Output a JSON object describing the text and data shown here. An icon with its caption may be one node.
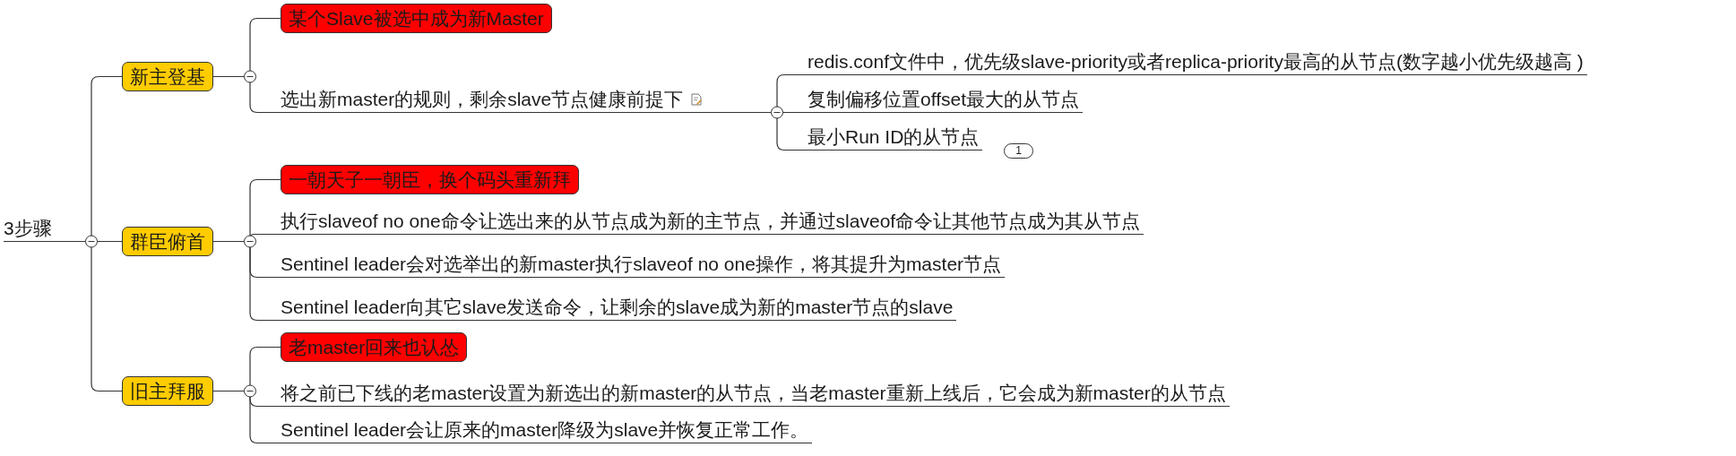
{
  "diagram": {
    "nodes": [
      {
        "text": [
          "3步骤"
        ]
      },
      {
        "text": [
          "新主登基"
        ]
      },
      {
        "text": [
          "某个Slave被选中成为新Master"
        ]
      },
      {
        "text": [
          "选出新master的规则，剩余slave节点健康前提下"
        ]
      },
      {
        "text": [
          "redis.conf文件中，优先级slave-priority或者replica-priority最高的从节点(数字越小优先级越高 )"
        ]
      },
      {
        "text": [
          "复制偏移位置offset最大的从节点"
        ]
      },
      {
        "text": [
          "最小Run ID的从节点"
        ],
        "beside": [
          "1"
        ]
      },
      {
        "text": [
          "群臣俯首"
        ]
      },
      {
        "text": [
          "一朝天子一朝臣，换个码头重新拜"
        ]
      },
      {
        "text": [
          "执行slaveof no one命令让选出来的从节点成为新的主节点，并通过slaveof命令让其他节点成为其从节点"
        ]
      },
      {
        "text": [
          "Sentinel leader会对选举出的新master执行slaveof no one操作，将其提升为master节点"
        ]
      },
      {
        "text": [
          "Sentinel leader向其它slave发送命令，让剩余的slave成为新的master节点的slave"
        ]
      },
      {
        "text": [
          "旧主拜服"
        ]
      },
      {
        "text": [
          "老master回来也认怂"
        ]
      },
      {
        "text": [
          "将之前已下线的老master设置为新选出的新master的从节点，当老master重新上线后，它会成为新master的从节点"
        ]
      },
      {
        "text": [
          "Sentinel leader会让原来的master降级为slave并恢复正常工作。"
        ]
      }
    ],
    "edges": [
      {
        "from": 0,
        "to": 1,
        "arrow": "none"
      },
      {
        "from": 0,
        "to": 7,
        "arrow": "none"
      },
      {
        "from": 0,
        "to": 12,
        "arrow": "none"
      },
      {
        "from": 1,
        "to": 2,
        "arrow": "none"
      },
      {
        "from": 1,
        "to": 3,
        "arrow": "none"
      },
      {
        "from": 3,
        "to": 4,
        "arrow": "none"
      },
      {
        "from": 3,
        "to": 5,
        "arrow": "none"
      },
      {
        "from": 3,
        "to": 6,
        "arrow": "none"
      },
      {
        "from": 7,
        "to": 8,
        "arrow": "none"
      },
      {
        "from": 7,
        "to": 9,
        "arrow": "none"
      },
      {
        "from": 7,
        "to": 10,
        "arrow": "none"
      },
      {
        "from": 7,
        "to": 11,
        "arrow": "none"
      },
      {
        "from": 12,
        "to": 13,
        "arrow": "none"
      },
      {
        "from": 12,
        "to": 14,
        "arrow": "none"
      },
      {
        "from": 12,
        "to": 15,
        "arrow": "none"
      }
    ]
  }
}
